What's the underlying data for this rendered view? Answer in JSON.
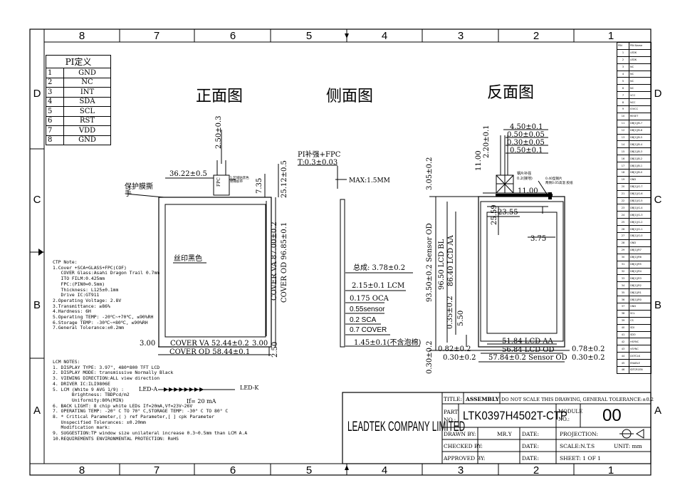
{
  "frame": {
    "col_labels": [
      "8",
      "7",
      "6",
      "5",
      "4",
      "3",
      "2",
      "1"
    ],
    "row_labels": [
      "D",
      "C",
      "B",
      "A"
    ]
  },
  "views": {
    "front": "正面图",
    "side": "侧面图",
    "back": "反面图"
  },
  "pi_table": {
    "title": "PI定义",
    "rows": [
      {
        "no": "1",
        "name": "GND"
      },
      {
        "no": "2",
        "name": "NC"
      },
      {
        "no": "3",
        "name": "INT"
      },
      {
        "no": "4",
        "name": "SDA"
      },
      {
        "no": "5",
        "name": "SCL"
      },
      {
        "no": "6",
        "name": "RST"
      },
      {
        "no": "7",
        "name": "VDD"
      },
      {
        "no": "8",
        "name": "GND"
      }
    ]
  },
  "front_dims": {
    "top_offset": "2.50±0.3",
    "left_offset": "36.22±0.5",
    "film_note": "保护膜撕\n手",
    "fpc_note": "FPC",
    "fpc_label": "1.区域贴黑色\n绝缘胶带",
    "d735": "7.35",
    "d2512": "25.12±0.5",
    "cover_va_h": "COVER VA 87.00±0.2",
    "cover_od_h": "COVER OD 96.85±0.1",
    "print_note": "丝印黑色",
    "d300a": "3.00",
    "cover_va_w": "COVER VA 52.44±0.2",
    "d300b": "3.00",
    "cover_od_w": "COVER OD 58.44±0.1",
    "d250": "2.50"
  },
  "side_dims": {
    "pi_note": "PI补强+FPC\nT:0.3±0.03",
    "max": "MAX:1.5MM",
    "total": "总成: 3.78±0.2",
    "l1": "2.15±0.1 LCM",
    "l2": "0.175 OCA",
    "l3": "0.55sensor",
    "l4": "0.2 SCA",
    "l5": "0.7 COVER",
    "l6": "1.45±0.1(不含泡棉)"
  },
  "back_dims": {
    "d450": "4.50±0.1",
    "d050": "0.50±0.05",
    "d030": "0.30±0.05",
    "d050b": "0.50±0.1",
    "d220": "2.20±0.1",
    "d1100a": "11.00",
    "d305": "3.05±0.2",
    "stiff": "钢片补强\n0.2(接地)",
    "stiff2": "0.40型钢片\n两侧0.05高温 胶纸",
    "d1100b": "11.00",
    "d2355": "23.55",
    "d2559": "25.59",
    "d375": "3.75",
    "sensor_od": "93.50±0.2 Sensor OD",
    "lcd_bl": "96.50 LCD BL",
    "lcd_aa": "86.40 LCD AA",
    "d035": "0.35±0.2",
    "d550": "5.50",
    "lcd_aa_w": "51.84 LCD AA",
    "lcd_od_w": "56.84 LCD OD",
    "sensor_od_w": "57.84±0.2 Sensor OD",
    "d082": "0.82±0.2",
    "d030l": "0.30±0.2",
    "d078": "0.78±0.2",
    "d030r": "0.30±0.2",
    "d030v": "0.30±0.2"
  },
  "ctp_notes": "CTP Note:\n1.Cover +SCA+GLASS+FPC(COF)\n   COVER Glass:Asahi Dragon Trail 0.7mm\n   ITO FILM:0.425mm\n   FPC:(PIN0=0.5mm)\n   Thickness: L125±0.1mm\n   Drive IC:GT911\n2.Operating Voltage: 2.8V\n3.Transmittance: ≥86%\n4.Hardness: 6H\n5.Operating TEMP: -20℃~+70℃, ≤90%RH\n6.Storage TEMP: -30℃~+80℃, ≤90%RH\n7.General Tolerance:±0.2mm",
  "lcm_notes": "LCM NOTES:\n1. DISPLAY TYPE: 3.97\", 480*800 TFT LCD\n2. DISPLAY MODE: transmissive Normally Black\n3. VIEWING DIRECTION:ALL view direction\n4. DRIVER IC:ILI9806E\n5. LCM (White 9 AVG 1/9) :\n       Brightness: TBDPcd/m2\n       Uniformity:80%(MIN)\n6. BACK LIGHT: 8 chip white LEDs If=20mA,Vf=23V~26V\n7. OPERATING TEMP: -20° C TO 70° C,STORAGE TEMP: -30° C TO 80° C\n8. * Critical Parameter,( ) ref Parameter,[ ] cpk Parameter\n   Unspecified Tolerances: ±0.20mm\n   Modification mark:\n9. SUGGESTION:TP window size unilateral increase 0.3~0.5mm than LCM A.A\n10.REQUIREMENTS ENVIRONMENTAL PROTECTION: RoHS",
  "led": {
    "a": "LED-A",
    "k": "LED-K",
    "if": "If= 20 mA"
  },
  "title_block": {
    "company": "LEADTEK COMPANY LIMITED",
    "title_label": "TITLE:",
    "title_value": "ASSEMBLY",
    "warning": "DO NOT SCALE THIS DRAWING, GENERAL TOLERANCE:±0.2",
    "part_label": "PART\nNO.:",
    "part_no": "LTK0397H4502T-CTP",
    "module_label": "MODULE\nNO.:",
    "module_no": "00",
    "drawn_by": "DRAWN BY:",
    "drawer": "MR.Y",
    "date1": "DATE:",
    "checked_by": "CHECKED BY:",
    "date2": "DATE:",
    "approved_by": "APPROVED BY:",
    "date3": "DATE:",
    "projection": "PROJECTION:",
    "scale": "SCALE:N.T.S",
    "unit": "UNIT: mm",
    "sheet": "SHEET: 1 OF 1"
  },
  "pin_table": {
    "headers": [
      "PIN",
      "PIN Name"
    ],
    "rows": [
      [
        "1",
        "LEDK"
      ],
      [
        "2",
        "LEDK"
      ],
      [
        "3",
        "NC"
      ],
      [
        "4",
        "NC"
      ],
      [
        "5",
        "NC"
      ],
      [
        "6",
        "NC"
      ],
      [
        "7",
        "VCC"
      ],
      [
        "8",
        "NCC"
      ],
      [
        "9",
        "IOVCC"
      ],
      [
        "10",
        "RESET"
      ],
      [
        "11",
        "DB[1]/B-7"
      ],
      [
        "12",
        "DB[1]/B-6"
      ],
      [
        "13",
        "DB[1]/B-5"
      ],
      [
        "14",
        "DB[1]/B-4"
      ],
      [
        "15",
        "DB[1]/B-3"
      ],
      [
        "16",
        "DB[1]/B-2"
      ],
      [
        "17",
        "DB[1]/B-1"
      ],
      [
        "18",
        "DB[1]/B-0"
      ],
      [
        "19",
        "GND"
      ],
      [
        "20",
        "DB[1]/G-7"
      ],
      [
        "21",
        "DB[1]/G-6"
      ],
      [
        "22",
        "DB[1]/G-5"
      ],
      [
        "23",
        "DB[1]/G-4"
      ],
      [
        "24",
        "DB[1]/G-3"
      ],
      [
        "25",
        "DB[1]/G-2"
      ],
      [
        "26",
        "DB[1]/G-1"
      ],
      [
        "27",
        "DB[1]/G-0"
      ],
      [
        "28",
        "GND"
      ],
      [
        "29",
        "DB[1]/R7"
      ],
      [
        "30",
        "DB[1]/R6"
      ],
      [
        "31",
        "DB[1]/R5"
      ],
      [
        "32",
        "DB[1]/R4"
      ],
      [
        "33",
        "DB[1]/R3"
      ],
      [
        "34",
        "DB[1]/R2"
      ],
      [
        "35",
        "DB[1]/R1"
      ],
      [
        "36",
        "DB[1]/R0"
      ],
      [
        "37",
        "GND"
      ],
      [
        "38",
        "SCL"
      ],
      [
        "39",
        "CS"
      ],
      [
        "40",
        "SDI"
      ],
      [
        "41",
        "SDO"
      ],
      [
        "42",
        "HSYNC"
      ],
      [
        "43",
        "VSYNC"
      ],
      [
        "44",
        "DOTCLK"
      ],
      [
        "45",
        "ENABLE"
      ],
      [
        "46",
        "IDTCR1EN"
      ]
    ]
  }
}
